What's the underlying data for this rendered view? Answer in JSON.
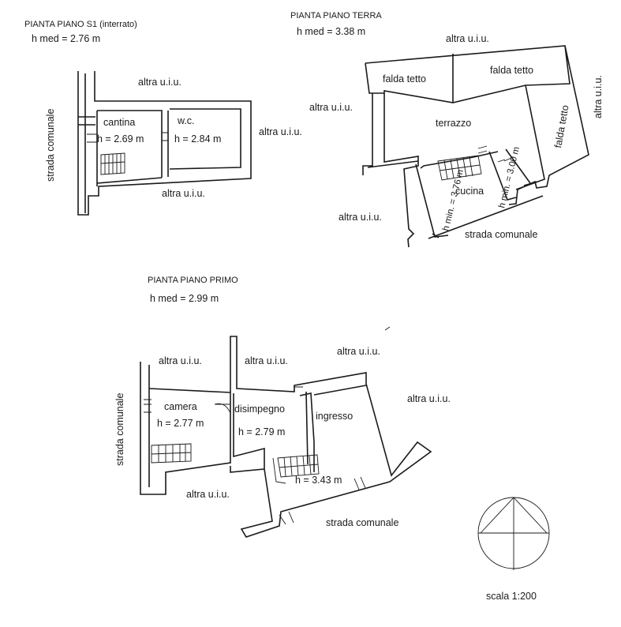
{
  "floors": {
    "basement": {
      "title": "PIANTA PIANO S1 (interrato)",
      "hmed": "h  med = 2.76 m",
      "labels": {
        "neighbor_top": "altra u.i.u.",
        "neighbor_right": "altra u.i.u.",
        "neighbor_bottom": "altra u.i.u.",
        "street": "strada comunale"
      },
      "rooms": [
        {
          "name": "cantina",
          "height": "h = 2.69 m"
        },
        {
          "name": "w.c.",
          "height": "h = 2.84 m"
        }
      ]
    },
    "ground": {
      "title": "PIANTA PIANO TERRA",
      "hmed": "h  med = 3.38 m",
      "labels": {
        "neighbor_top": "altra u.i.u.",
        "neighbor_left": "altra u.i.u.",
        "neighbor_right": "altra u.i.u.",
        "neighbor_bottom": "altra u.i.u.",
        "street": "strada comunale"
      },
      "rooms": [
        {
          "name": "falda tetto"
        },
        {
          "name": "falda tetto"
        },
        {
          "name": "falda tetto"
        },
        {
          "name": "terrazzo"
        },
        {
          "name": "cucina",
          "height_min_left": "h min. = 3.76 m",
          "height_min_right": "h min. = 3.00 m"
        }
      ]
    },
    "first": {
      "title": "PIANTA PIANO PRIMO",
      "hmed": "h  med = 2.99 m",
      "labels": {
        "neighbor_top_left": "altra u.i.u.",
        "neighbor_top_mid": "altra u.i.u.",
        "neighbor_top_right": "altra u.i.u.",
        "neighbor_right": "altra u.i.u.",
        "neighbor_bottom": "altra u.i.u.",
        "street_left": "strada comunale",
        "street_bottom": "strada comunale"
      },
      "rooms": [
        {
          "name": "camera",
          "height": "h = 2.77 m"
        },
        {
          "name": "disimpegno",
          "height": "h = 2.79 m"
        },
        {
          "name": "ingresso",
          "height": "h = 3.43 m"
        }
      ]
    }
  },
  "scale": "scala 1:200",
  "icons": {
    "north": "north-arrow-icon"
  }
}
